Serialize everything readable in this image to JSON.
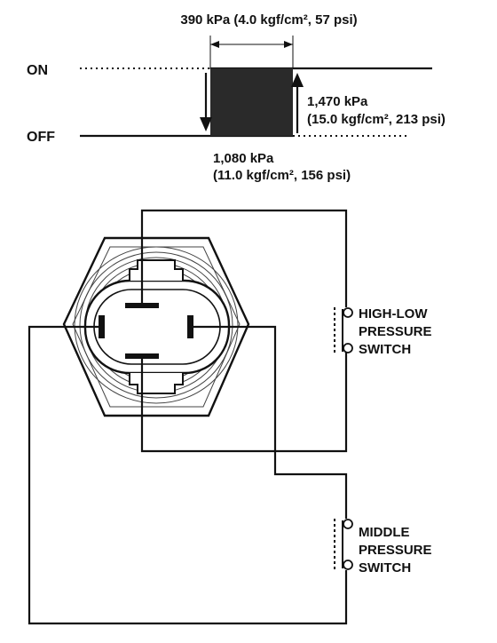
{
  "hysteresis": {
    "differential_label": "390 kPa (4.0 kgf/cm², 57 psi)",
    "on_label": "ON",
    "off_label": "OFF",
    "rise_value": "1,470 kPa",
    "rise_detail": "(15.0 kgf/cm², 213 psi)",
    "fall_value": "1,080 kPa",
    "fall_detail": "(11.0 kgf/cm², 156 psi)"
  },
  "switches": {
    "high_low": [
      "HIGH-LOW",
      "PRESSURE",
      "SWITCH"
    ],
    "middle": [
      "MIDDLE",
      "PRESSURE",
      "SWITCH"
    ]
  },
  "colors": {
    "ink": "#111111",
    "fill": "#2a2a2a"
  }
}
